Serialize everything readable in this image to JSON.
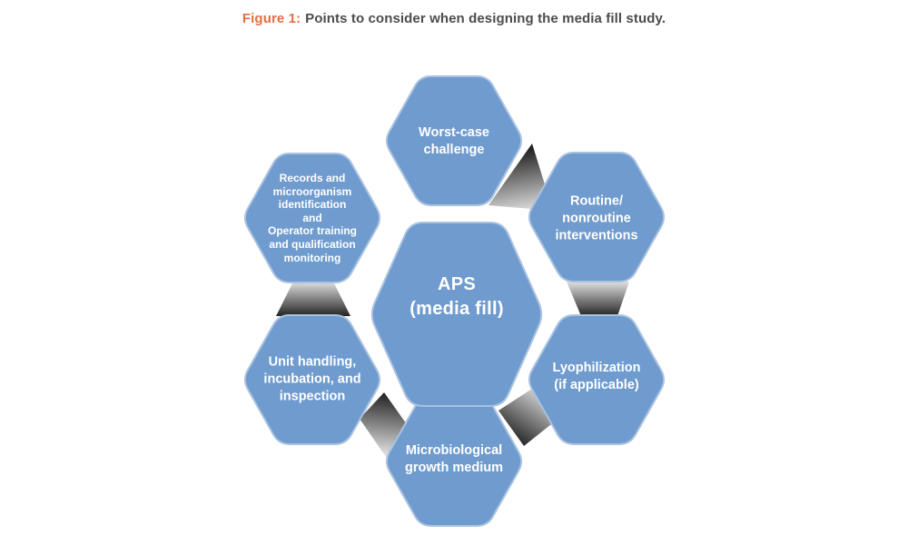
{
  "title": {
    "prefix": "Figure 1:",
    "text": "Points to consider when designing the media fill study."
  },
  "colors": {
    "hex_fill": "#6f9bce",
    "hex_rim": "#a9c2e0",
    "label_text": "#ffffff",
    "title_prefix": "#e26e46",
    "title_text": "#4c4c4c",
    "wedge_light": "#e0e0e0",
    "wedge_dark": "#242424"
  },
  "diagram": {
    "center": {
      "id": "aps",
      "label": "APS\n(media fill)"
    },
    "nodes": [
      {
        "id": "worst-case-challenge",
        "position": "top",
        "label": "Worst-case\nchallenge"
      },
      {
        "id": "routine-nonroutine-interventions",
        "position": "top-right",
        "label": "Routine/\nnonroutine\ninterventions"
      },
      {
        "id": "lyophilization",
        "position": "bottom-right",
        "label": "Lyophilization\n(if applicable)"
      },
      {
        "id": "microbiological-growth-medium",
        "position": "bottom",
        "label": "Microbiological\ngrowth medium"
      },
      {
        "id": "unit-handling-incubation-inspection",
        "position": "bottom-left",
        "label": "Unit handling,\nincubation, and\ninspection"
      },
      {
        "id": "records-and-training",
        "position": "top-left",
        "label": "Records and\nmicroorganism\nidentification\nand\nOperator training\nand qualification\nmonitoring"
      }
    ],
    "flow": [
      "top-to-topright",
      "topright-to-bottomright",
      "bottomright-to-bottom",
      "bottom-to-bottomleft",
      "bottomleft-to-topleft"
    ]
  }
}
